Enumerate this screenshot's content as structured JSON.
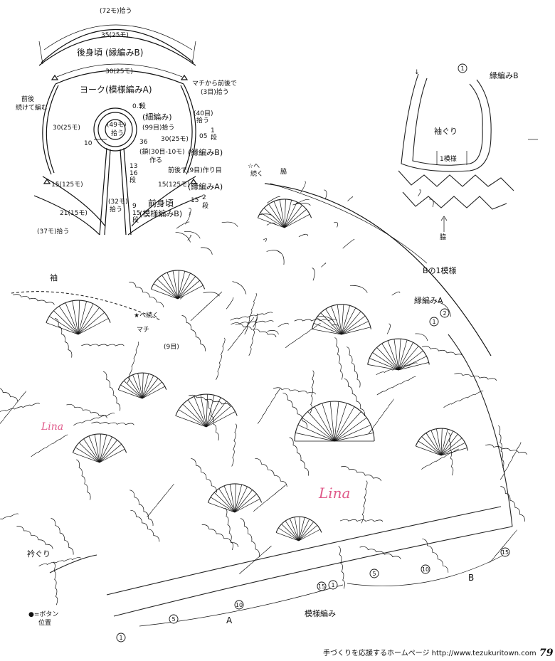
{
  "schematic": {
    "back_top_stitches": "(72モ)拾う",
    "back_width": "35(25モ)",
    "back_title": "後身頃 (縁編みB)",
    "yoke_width": "30(25モ)",
    "yoke_title": "ヨーク(模様編みA)",
    "left_note_1": "前後",
    "left_note_2": "続けて編む",
    "side_left": "30(25モ)",
    "neck_stitches": "(49モ)",
    "neck_pick": "拾う",
    "rows_05": "0.5",
    "rows_05b": "段",
    "pattern_label": "(細編み)",
    "pattern_rows": "(99目)拾う",
    "num_10": "10",
    "num_36": "36",
    "dec_note": "(鎖(30目-10モ)",
    "dec_note2": "作る",
    "front_rows": "13",
    "front_rows2": "16",
    "front_rows3": "段",
    "front_bottom": "(32モ)",
    "front_bottom2": "拾う",
    "num_9": "9",
    "num_15": "15",
    "num_8": "段",
    "machi_note": "マチから前後で",
    "machi_note2": "(3目)拾う",
    "r40": "(40目)",
    "r40b": "拾う",
    "r05": "05",
    "r1": "1",
    "r1b": "段",
    "right_side": "30(25モ)",
    "edge_b": "(縁編みB)",
    "front_note": "前後で(9目)作り目",
    "edge_a": "(縁編みA)",
    "front_width": "15(125モ)",
    "r2": "15",
    "r2b": "2",
    "r2c": "段",
    "front_title": "前身頃",
    "front_pattern": "(模様編みB)",
    "bottom_left_1": "15(125モ)",
    "bottom_left_2": "21(15モ)",
    "bottom_left_3": "(37モ)拾う"
  },
  "armhole": {
    "circled_1": "1",
    "edge_b": "縁編みB",
    "center": "袖ぐり",
    "one_repeat": "1模様",
    "under_arm": "脇",
    "top_left": "↓"
  },
  "main": {
    "star_cont": "☆へ",
    "star_cont2": "続く",
    "side_top": "脇",
    "sleeve": "袖",
    "star_cont_b": "★へ続く",
    "gusset": "マチ",
    "gusset_count": "(9目)",
    "b_one_repeat": "Bの1模様",
    "edge_a": "縁編みA",
    "circled_1": "1",
    "circled_2": "2",
    "neckline": "衿ぐり",
    "button_pos": "●=ボタン",
    "button_pos2": "位置",
    "circled_1b": "1",
    "num_5": "5",
    "num_10": "10",
    "label_a": "A",
    "pattern_a": "模様編み",
    "num_15": "15",
    "circled_1c": "1",
    "num_5b": "5",
    "num_10b": "10",
    "label_b": "B",
    "num_15b": "15",
    "watermark_1": "Lina",
    "watermark_2": "Lina"
  },
  "footer": {
    "text": "手づくりを応援するホームページ  http://www.tezukuritown.com",
    "page": "79"
  }
}
